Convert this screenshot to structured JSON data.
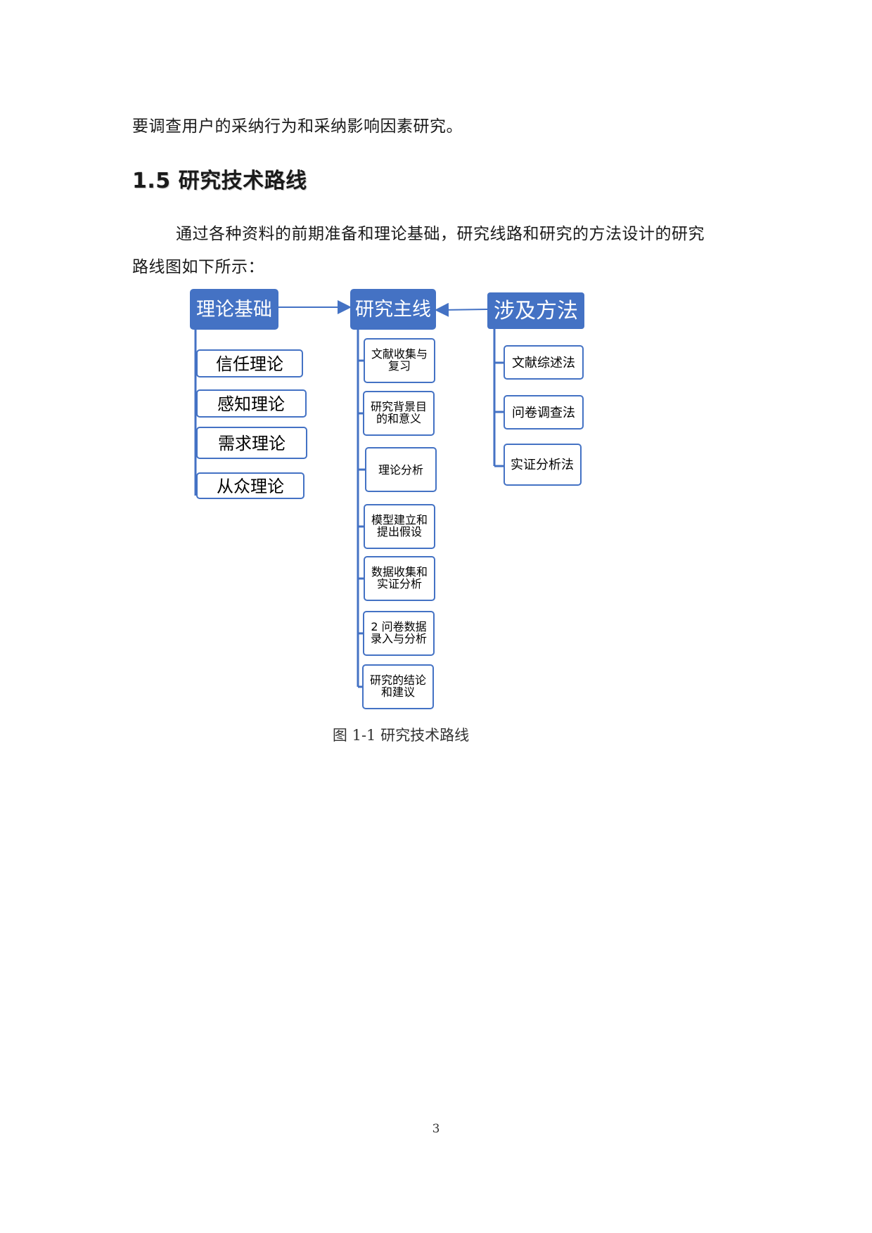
{
  "document": {
    "paragraph_1": "要调查用户的采纳行为和采纳影响因素研究。",
    "section_title": "1.5 研究技术路线",
    "paragraph_2_line_1": "通过各种资料的前期准备和理论基础，研究线路和研究的方法设计的研究",
    "paragraph_2_line_2": "路线图如下所示：",
    "figure_caption": "图 1-1 研究技术路线",
    "page_number": "3"
  },
  "diagram": {
    "colors": {
      "header_fill": "#4472C4",
      "box_stroke": "#4472C4",
      "connector": "#4472C4",
      "header_text": "#ffffff",
      "box_text": "#000000"
    },
    "columns": [
      {
        "header": "理论基础",
        "items": [
          "信任理论",
          "感知理论",
          "需求理论",
          "从众理论"
        ]
      },
      {
        "header": "研究主线",
        "items": [
          [
            "文献收集与",
            "复习"
          ],
          [
            "研究背景目",
            "的和意义"
          ],
          [
            "理论分析"
          ],
          [
            "模型建立和",
            "提出假设"
          ],
          [
            "数据收集和",
            "实证分析"
          ],
          [
            "2 问卷数据",
            "录入与分析"
          ],
          [
            "研究的结论",
            "和建议"
          ]
        ]
      },
      {
        "header": "涉及方法",
        "items": [
          "文献综述法",
          "问卷调查法",
          "实证分析法"
        ]
      }
    ]
  }
}
